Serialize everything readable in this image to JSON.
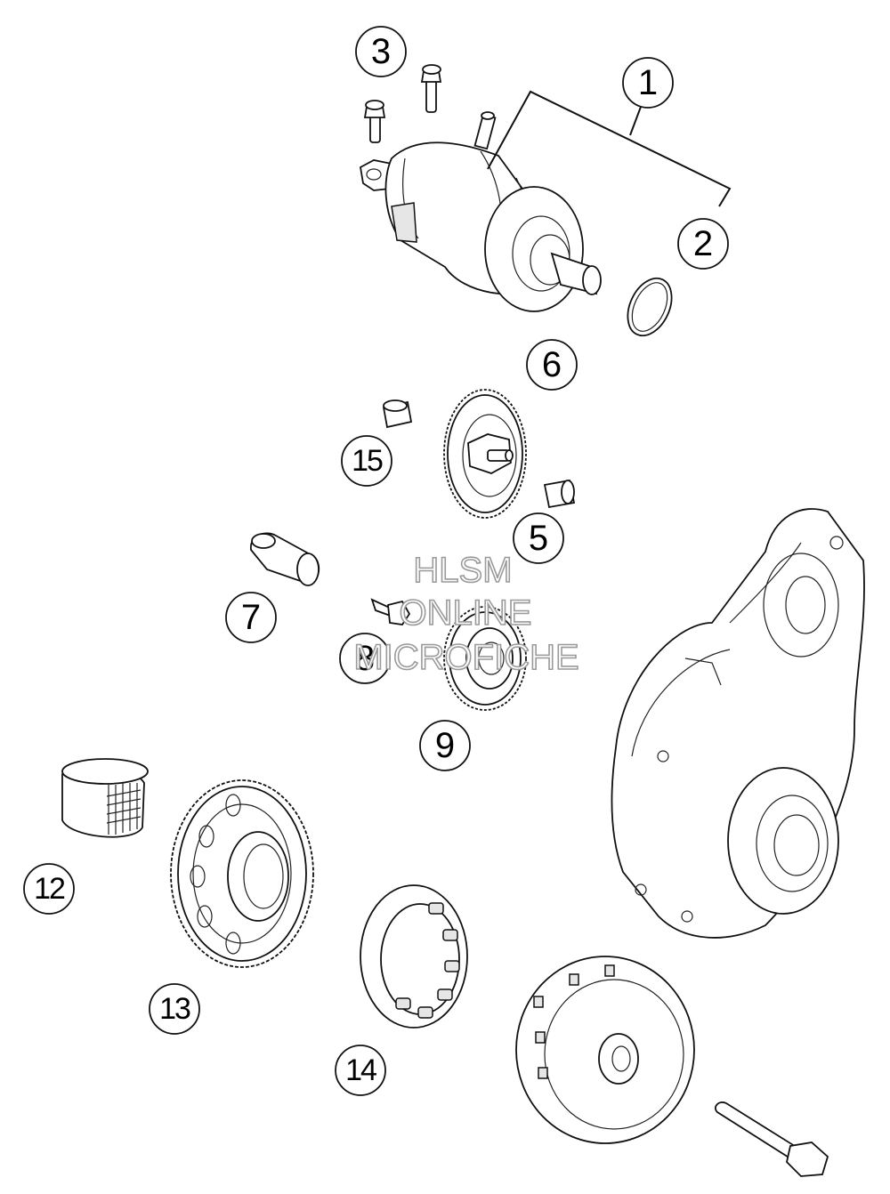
{
  "callouts": [
    {
      "id": "c1",
      "label": "1"
    },
    {
      "id": "c2",
      "label": "2"
    },
    {
      "id": "c3",
      "label": "3"
    },
    {
      "id": "c5",
      "label": "5"
    },
    {
      "id": "c6",
      "label": "6"
    },
    {
      "id": "c7",
      "label": "7"
    },
    {
      "id": "c8",
      "label": "8"
    },
    {
      "id": "c9",
      "label": "9"
    },
    {
      "id": "c12",
      "label": "12"
    },
    {
      "id": "c13",
      "label": "13"
    },
    {
      "id": "c14",
      "label": "14"
    },
    {
      "id": "c15",
      "label": "15"
    }
  ],
  "watermark": {
    "line1": "HLSM",
    "line2": "ONLINE",
    "line3": "MICROFICHE"
  }
}
